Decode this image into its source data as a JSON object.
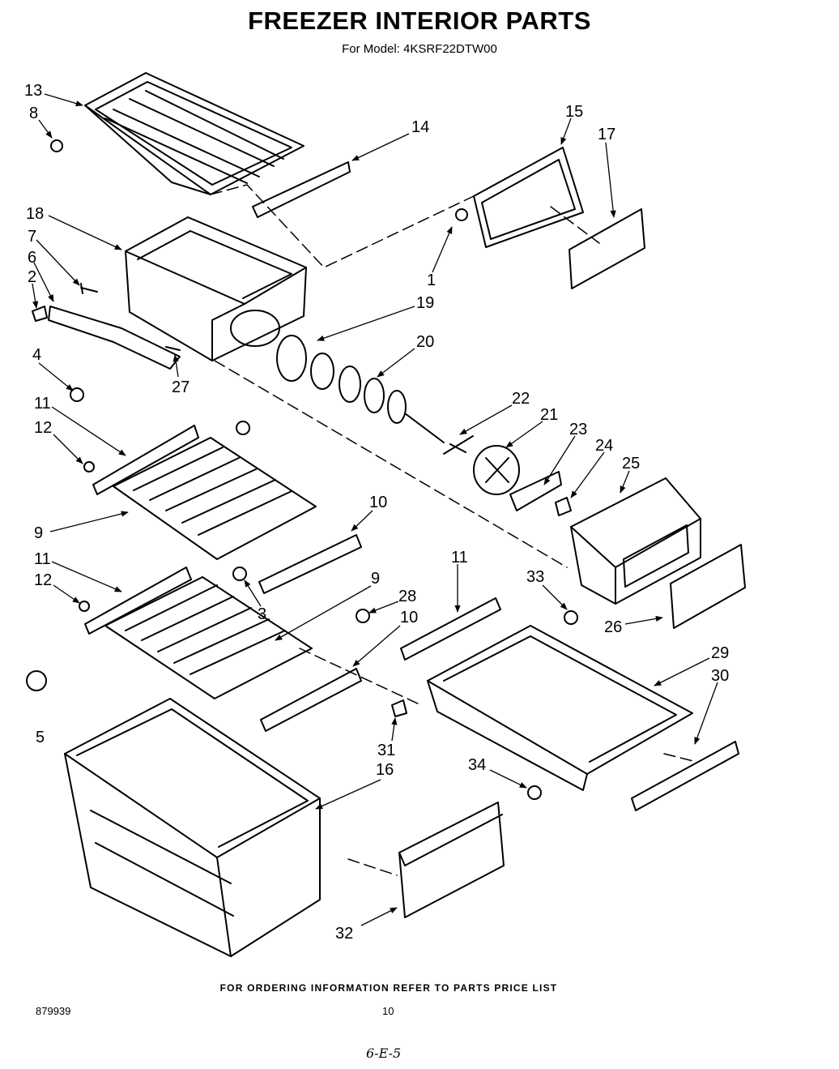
{
  "header": {
    "title": "FREEZER INTERIOR PARTS",
    "subtitle": "For Model: 4KSRF22DTW00"
  },
  "callouts": [
    "13",
    "8",
    "14",
    "15",
    "17",
    "18",
    "7",
    "6",
    "2",
    "1",
    "19",
    "20",
    "4",
    "27",
    "22",
    "21",
    "23",
    "24",
    "11",
    "12",
    "25",
    "9",
    "10",
    "11",
    "12",
    "3",
    "28",
    "9",
    "10",
    "11",
    "33",
    "5",
    "26",
    "29",
    "30",
    "31",
    "16",
    "34",
    "32"
  ],
  "footer": {
    "ordering_note": "FOR ORDERING INFORMATION REFER TO PARTS PRICE LIST",
    "doc_number": "879939",
    "page_number": "10",
    "handwritten_note": "6-E-5"
  }
}
